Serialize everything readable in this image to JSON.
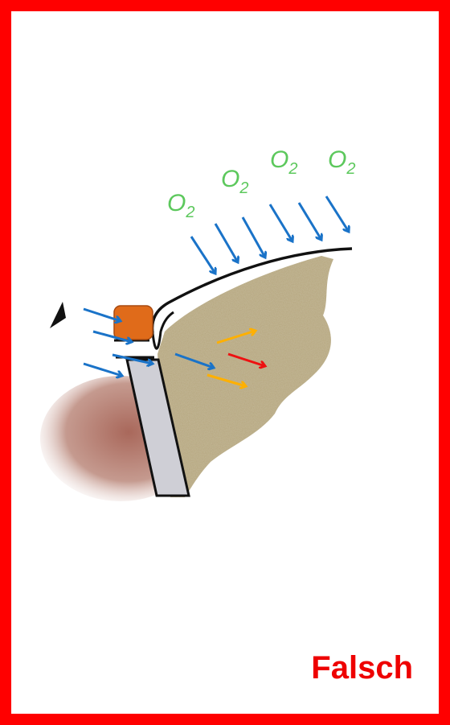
{
  "labels": {
    "o2_main": "O",
    "o2_sub": "2",
    "verdict": "Falsch"
  },
  "colors": {
    "frame": "#ff0000",
    "oxygen_label": "#5cc85c",
    "oxygen_arrow": "#1a73c8",
    "arrow_orange": "#ffb000",
    "arrow_red": "#ee1111",
    "verdict": "#ee0000",
    "food_block": "#e06b1a",
    "material_fill": "#b5a67e",
    "skin_tone": "#b57a6a",
    "metal_bar": "#cfcfd6"
  },
  "icons": [
    "oxygen-arrow",
    "diffusion-arrow"
  ]
}
